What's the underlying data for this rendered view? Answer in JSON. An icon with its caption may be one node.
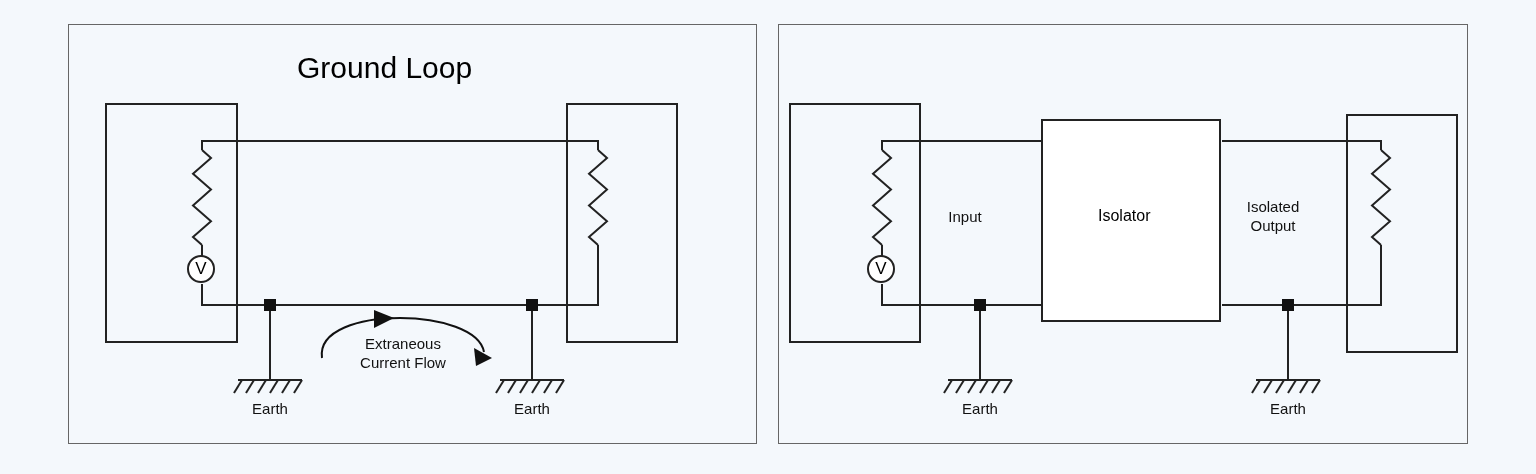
{
  "diagram": {
    "nodes": [
      {
        "text": [
          "Ground Loop"
        ]
      },
      {
        "text": [],
        "shape": "box",
        "in": 0
      },
      {
        "text": [],
        "shape": "box",
        "in": 0
      },
      {
        "text": [
          "V"
        ],
        "in": 1
      },
      {
        "text": [],
        "shape": "box"
      },
      {
        "text": [],
        "shape": "box",
        "in": 4
      },
      {
        "text": [
          "Isolator"
        ],
        "in": 4
      },
      {
        "text": [],
        "shape": "box",
        "in": 4
      },
      {
        "text": [
          "V"
        ],
        "in": 5
      }
    ],
    "edges": [
      {
        "from": 8,
        "to": 6,
        "arrow": "none"
      },
      {
        "from": 8,
        "to": 6,
        "arrow": "none"
      },
      {
        "from": 6,
        "to": 7,
        "arrow": "none"
      },
      {
        "from": 6,
        "to": 7,
        "arrow": "none"
      }
    ],
    "labels": [
      "Extraneous Current Flow",
      "Earth",
      "Earth",
      "Input",
      "Isolated Output",
      "Earth",
      "Earth"
    ]
  }
}
